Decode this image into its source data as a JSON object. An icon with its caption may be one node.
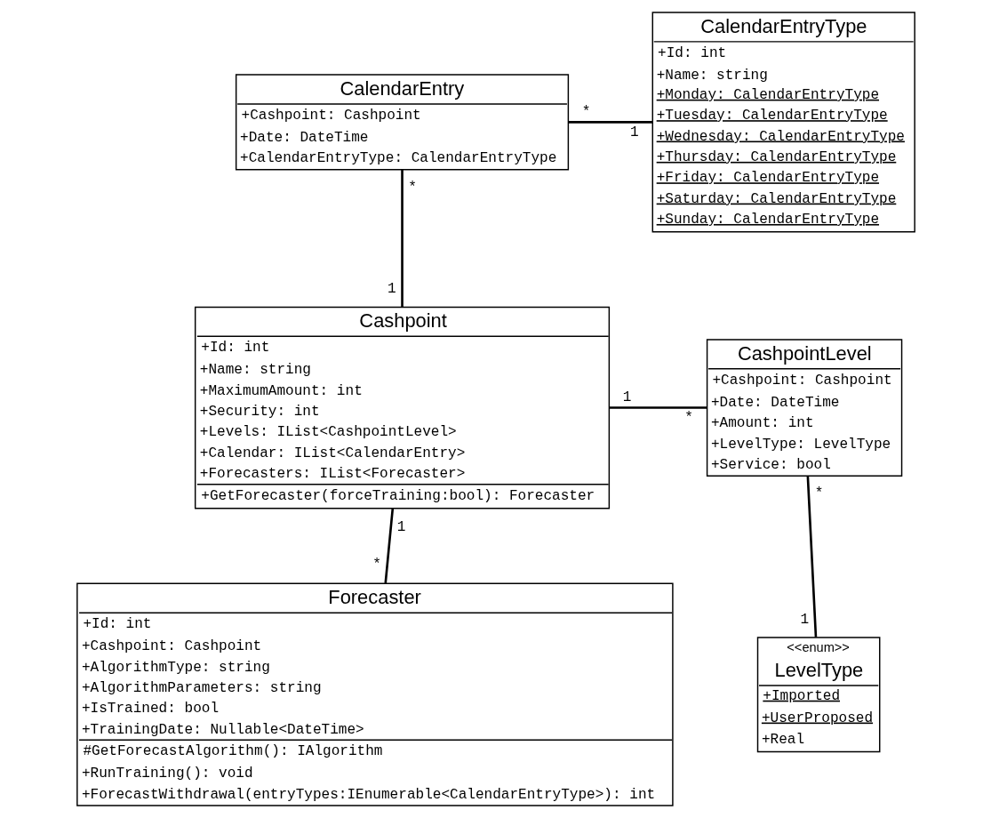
{
  "diagram": {
    "nodes": [
      {
        "text": [
          "CalendarEntry",
          "+Cashpoint: Cashpoint",
          "+Date: DateTime",
          "+CalendarEntryType: CalendarEntryType"
        ]
      },
      {
        "text": [
          "CalendarEntryType",
          "+Id: int",
          "+Name: string",
          "+Monday: CalendarEntryType",
          "+Tuesday: CalendarEntryType",
          "+Wednesday: CalendarEntryType",
          "+Thursday: CalendarEntryType",
          "+Friday: CalendarEntryType",
          "+Saturday: CalendarEntryType",
          "+Sunday: CalendarEntryType"
        ]
      },
      {
        "text": [
          "Cashpoint",
          "+Id: int",
          "+Name: string",
          "+MaximumAmount: int",
          "+Security: int",
          "+Levels: IList<CashpointLevel>",
          "+Calendar: IList<CalendarEntry>",
          "+Forecasters: IList<Forecaster>",
          "+GetForecaster(forceTraining:bool): Forecaster"
        ]
      },
      {
        "text": [
          "CashpointLevel",
          "+Cashpoint: Cashpoint",
          "+Date: DateTime",
          "+Amount: int",
          "+LevelType: LevelType",
          "+Service: bool"
        ]
      },
      {
        "text": [
          "Forecaster",
          "+Id: int",
          "+Cashpoint: Cashpoint",
          "+AlgorithmType: string",
          "+AlgorithmParameters: string",
          "+IsTrained: bool",
          "+TrainingDate: Nullable<DateTime>",
          "#GetForecastAlgorithm(): IAlgorithm",
          "+RunTraining(): void",
          "+ForecastWithdrawal(entryTypes:IEnumerable<CalendarEntryType>): int"
        ]
      },
      {
        "text": [
          "<<enum>>",
          "LevelType",
          "+Imported",
          "+UserProposed",
          "+Real"
        ]
      }
    ],
    "edges": [
      {
        "from": 0,
        "to": 1,
        "arrow": "none"
      },
      {
        "from": 0,
        "to": 2,
        "arrow": "none"
      },
      {
        "from": 2,
        "to": 3,
        "arrow": "none"
      },
      {
        "from": 2,
        "to": 4,
        "arrow": "none"
      },
      {
        "from": 3,
        "to": 5,
        "arrow": "none"
      }
    ],
    "labels": [
      "*",
      "1",
      "*",
      "1",
      "1",
      "*",
      "*",
      "1",
      "*",
      "1"
    ]
  }
}
